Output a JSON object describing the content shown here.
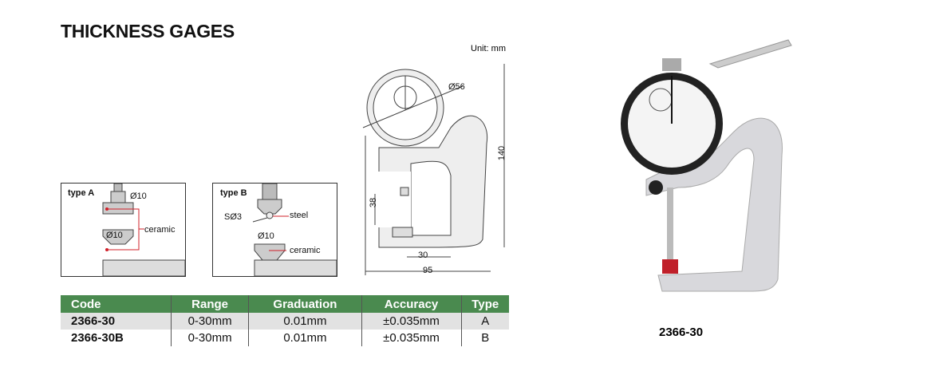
{
  "title": "THICKNESS GAGES",
  "unit": "Unit: mm",
  "type_a": {
    "label": "type A",
    "dia_top": "Ø10",
    "dia_bottom": "Ø10",
    "material": "ceramic"
  },
  "type_b": {
    "label": "type B",
    "tip": "SØ3",
    "tip_material": "steel",
    "dia_bottom": "Ø10",
    "material": "ceramic"
  },
  "drawing": {
    "dial_dia": "Ø56",
    "height": "140",
    "depth": "38",
    "anvil": "30",
    "width": "95"
  },
  "table": {
    "headers": [
      "Code",
      "Range",
      "Graduation",
      "Accuracy",
      "Type"
    ],
    "rows": [
      [
        "2366-30",
        "0-30mm",
        "0.01mm",
        "±0.035mm",
        "A"
      ],
      [
        "2366-30B",
        "0-30mm",
        "0.01mm",
        "±0.035mm",
        "B"
      ]
    ]
  },
  "photo_caption": "2366-30",
  "colors": {
    "header": "#4a8a4f",
    "row_alt": "#e2e2e2",
    "accent": "#d0202a"
  }
}
